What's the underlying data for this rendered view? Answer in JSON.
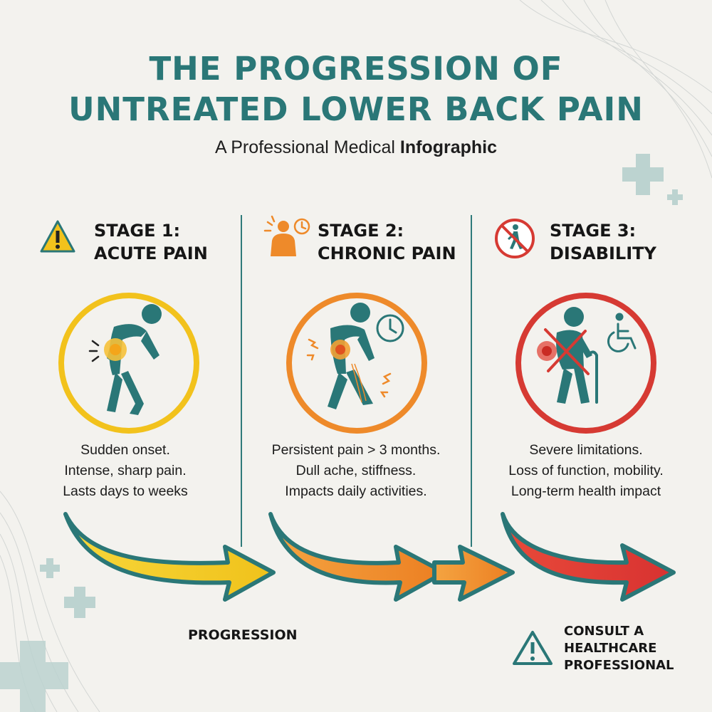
{
  "title": {
    "line1": "THE PROGRESSION OF",
    "line2": "UNTREATED LOWER BACK PAIN"
  },
  "subtitle": {
    "regular": "A Professional Medical ",
    "bold": "Infographic"
  },
  "stages": [
    {
      "heading_line1": "STAGE 1:",
      "heading_line2": "ACUTE PAIN",
      "icon": "warning-triangle-icon",
      "color": "#f2c21c",
      "desc": [
        "Sudden onset.",
        "Intense, sharp pain.",
        "Lasts days to weeks"
      ]
    },
    {
      "heading_line1": "STAGE 2:",
      "heading_line2": "CHRONIC PAIN",
      "icon": "person-pain-clock-icon",
      "color": "#ee8a2a",
      "desc": [
        "Persistent pain > 3 months.",
        "Dull ache, stiffness.",
        "Impacts daily activities."
      ]
    },
    {
      "heading_line1": "STAGE 3:",
      "heading_line2": "DISABILITY",
      "icon": "no-walking-icon",
      "color": "#d63a33",
      "desc": [
        "Severe limitations.",
        "Loss of function, mobility.",
        "Long-term health impact"
      ]
    }
  ],
  "progression_label": "PROGRESSION",
  "consult": {
    "line1": "CONSULT A",
    "line2": "HEALTHCARE",
    "line3": "PROFESSIONAL"
  },
  "colors": {
    "teal": "#2a7777",
    "yellow": "#f2c21c",
    "orange": "#ee8a2a",
    "red": "#d63a33",
    "background": "#f3f2ee"
  }
}
